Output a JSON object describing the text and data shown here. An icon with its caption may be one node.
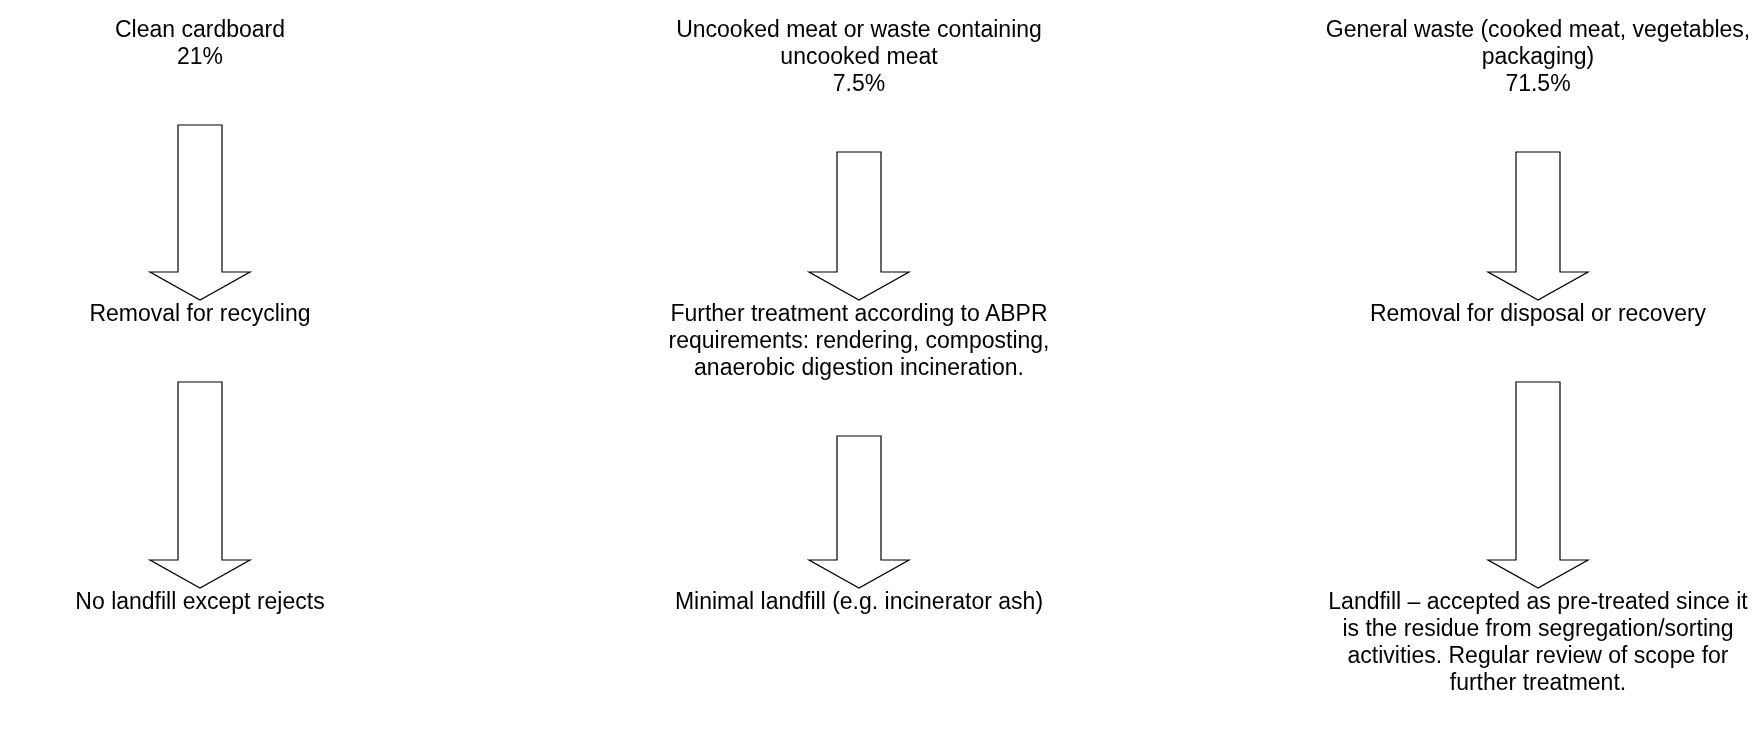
{
  "diagram": {
    "nodes": [
      {
        "text": [
          "Clean cardboard",
          "21%"
        ]
      },
      {
        "text": [
          "Uncooked meat or waste containing uncooked meat",
          "7.5%"
        ]
      },
      {
        "text": [
          "General waste (cooked meat, vegetables, packaging)",
          "71.5%"
        ]
      },
      {
        "text": [
          "Removal for recycling"
        ]
      },
      {
        "text": [
          "Further treatment according to ABPR requirements: rendering, composting, anaerobic digestion incineration."
        ]
      },
      {
        "text": [
          "Removal for disposal or recovery"
        ]
      },
      {
        "text": [
          "No landfill except rejects"
        ]
      },
      {
        "text": [
          "Minimal landfill (e.g. incinerator ash)"
        ]
      },
      {
        "text": [
          "Landfill – accepted as pre-treated since it is the residue from segregation/sorting activities. Regular review of scope for further treatment."
        ]
      }
    ],
    "edges": [
      {
        "from": 0,
        "to": 3,
        "arrow": "to"
      },
      {
        "from": 1,
        "to": 4,
        "arrow": "to"
      },
      {
        "from": 2,
        "to": 5,
        "arrow": "to"
      },
      {
        "from": 3,
        "to": 6,
        "arrow": "to"
      },
      {
        "from": 4,
        "to": 7,
        "arrow": "to"
      },
      {
        "from": 5,
        "to": 8,
        "arrow": "to"
      }
    ]
  }
}
